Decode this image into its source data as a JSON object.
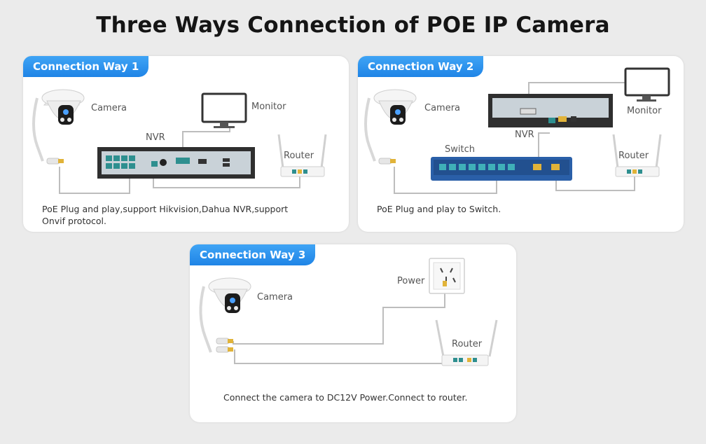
{
  "title": "Three Ways Connection of POE IP Camera",
  "panels": [
    {
      "tab": "Connection Way 1",
      "labels": {
        "camera": "Camera",
        "monitor": "Monitor",
        "nvr": "NVR",
        "router": "Router"
      },
      "description": "PoE Plug and play,support Hikvision,Dahua NVR,support Onvif protocol."
    },
    {
      "tab": "Connection Way 2",
      "labels": {
        "camera": "Camera",
        "monitor": "Monitor",
        "nvr": "NVR",
        "switch": "Switch",
        "router": "Router"
      },
      "description": "PoE Plug and play to Switch."
    },
    {
      "tab": "Connection Way 3",
      "labels": {
        "camera": "Camera",
        "power": "Power",
        "router": "Router"
      },
      "description": "Connect the camera to DC12V Power.Connect to router."
    }
  ],
  "colors": {
    "tab": "#2b8ff0",
    "port_teal": "#2a8a8a",
    "switch_blue": "#2a5fa8",
    "cable": "#b9b9b9"
  }
}
